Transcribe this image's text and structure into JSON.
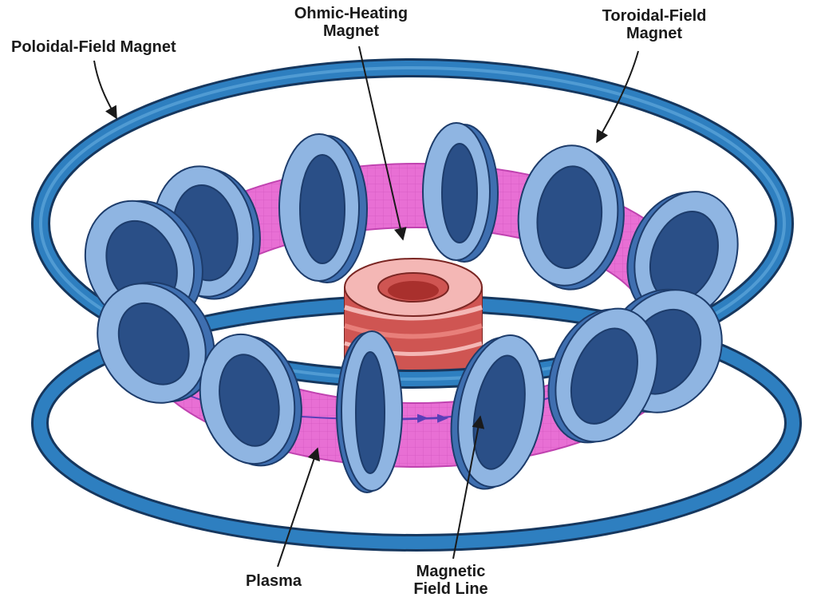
{
  "labels": {
    "poloidal_field_magnet": "Poloidal-Field Magnet",
    "ohmic_heating_line1": "Ohmic-Heating",
    "ohmic_heating_line2": "Magnet",
    "toroidal_field_line1": "Toroidal-Field",
    "toroidal_field_line2": "Magnet",
    "plasma": "Plasma",
    "magnetic_field_line1": "Magnetic",
    "magnetic_field_line2": "Field Line"
  },
  "colors": {
    "poloidal_ring": "#2e7fc0",
    "poloidal_ring_edge": "#16375e",
    "toroidal_coil_face": "#8fb5e2",
    "toroidal_coil_side": "#3f6fb0",
    "toroidal_coil_edge": "#1d3c6b",
    "plasma": "#e86fd4",
    "plasma_edge": "#c043b0",
    "ohmic_light": "#f4b7b5",
    "ohmic_mid": "#e87f7a",
    "ohmic_dark": "#cf5552",
    "field_line": "#5a3fb8",
    "text": "#1a1a1a"
  }
}
